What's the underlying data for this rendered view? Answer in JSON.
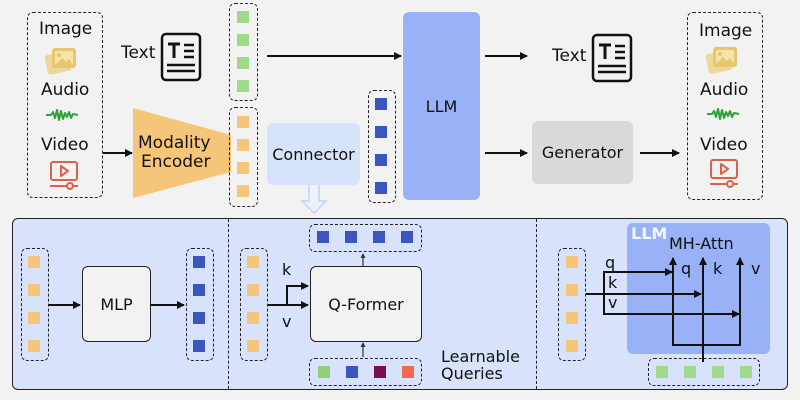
{
  "colors": {
    "text_token": "#a0d98a",
    "modality_token": "#f5c57a",
    "llm_token": "#3b55c0",
    "query_tokens": [
      "#8fd07d",
      "#3b55c0",
      "#7a0e4a",
      "#ef6a4e"
    ],
    "llm_box": "#99b2f7",
    "connector_box": "#d7e3fb",
    "generator_box": "#d9d9d9",
    "panel_bg": "#d8e3fb",
    "encoder": "#f5c57a",
    "image_icon": "#e8c66e",
    "audio_icon": "#2fa33a",
    "video_icon": "#d9634a"
  },
  "top": {
    "input_modalities": [
      "Image",
      "Audio",
      "Video"
    ],
    "input_text_label": "Text",
    "encoder_label_line1": "Modality",
    "encoder_label_line2": "Encoder",
    "connector_label": "Connector",
    "llm_label": "LLM",
    "output_text_label": "Text",
    "generator_label": "Generator",
    "output_modalities": [
      "Image",
      "Audio",
      "Video"
    ]
  },
  "bottom": {
    "mlp_label": "MLP",
    "qformer_label": "Q-Former",
    "qformer_k": "k",
    "qformer_v": "v",
    "learnable_queries_line1": "Learnable",
    "learnable_queries_line2": "Queries",
    "llm_inner_label": "LLM",
    "mhattn_label": "MH-Attn",
    "attn_inputs_left": [
      "q",
      "k",
      "v"
    ],
    "attn_inputs_right": [
      "q",
      "k",
      "v"
    ]
  }
}
